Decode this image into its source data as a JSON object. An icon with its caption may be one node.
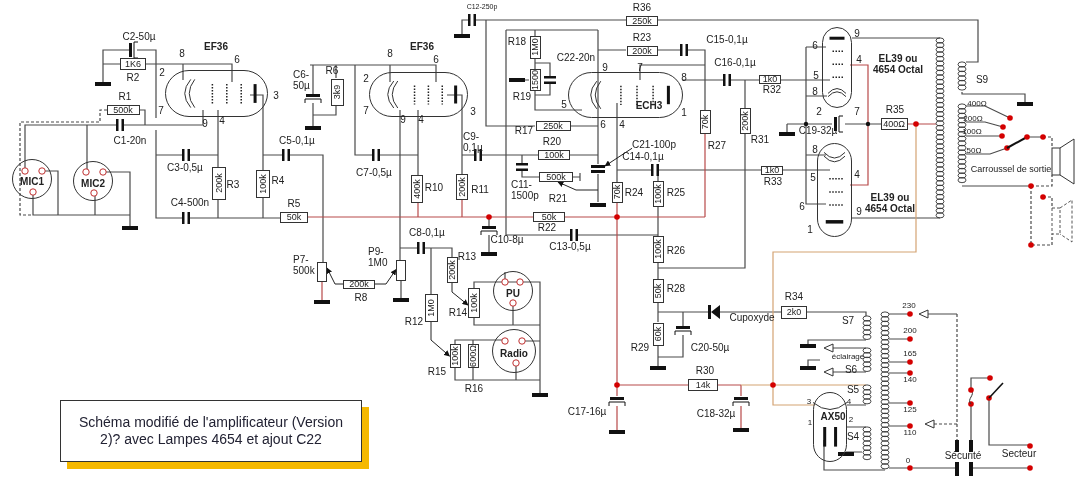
{
  "diagram": {
    "title": "Schéma modifié de l'amplificateur (Version 2)? avec Lampes 4654 et ajout C22",
    "nodes": [
      {
        "text": [
          "500k"
        ],
        "beside": [
          "R1"
        ]
      },
      {
        "text": [
          "1K6"
        ],
        "beside": [
          "R2"
        ]
      },
      {
        "text": [
          "200k"
        ],
        "beside": [
          "R3"
        ]
      },
      {
        "text": [
          "100k"
        ],
        "beside": [
          "R4"
        ]
      },
      {
        "text": [
          "50k"
        ],
        "beside": [
          "R5"
        ]
      },
      {
        "text": [
          "3k9"
        ],
        "beside": [
          "R6"
        ]
      },
      {
        "text": [
          "400k"
        ],
        "beside": [
          "R10"
        ]
      },
      {
        "text": [
          "200k"
        ],
        "beside": [
          "R11"
        ]
      },
      {
        "text": [
          "250k"
        ],
        "beside": [
          "R36"
        ]
      },
      {
        "text": [
          "1M0"
        ],
        "beside": [
          "R18"
        ]
      },
      {
        "text": [
          "1500"
        ],
        "beside": [
          "R19"
        ]
      },
      {
        "text": [
          "200k"
        ],
        "beside": [
          "R23"
        ]
      },
      {
        "text": [
          "250k"
        ],
        "beside": [
          "R17"
        ]
      },
      {
        "text": [
          "100k"
        ],
        "beside": [
          "R20"
        ]
      },
      {
        "text": [
          "500k"
        ],
        "beside": [
          "R21"
        ]
      },
      {
        "text": [
          "50k"
        ],
        "beside": [
          "R22"
        ]
      },
      {
        "text": [
          "70k"
        ],
        "beside": [
          "R24"
        ]
      },
      {
        "text": [
          "100k"
        ],
        "beside": [
          "R25"
        ]
      },
      {
        "text": [
          "70k"
        ],
        "beside": [
          "R27"
        ]
      },
      {
        "text": [
          "1k0"
        ],
        "beside": [
          "R32"
        ]
      },
      {
        "text": [
          "200k"
        ],
        "beside": [
          "R31"
        ]
      },
      {
        "text": [
          "1k0"
        ],
        "beside": [
          "R33"
        ]
      },
      {
        "text": [
          "400Ω"
        ],
        "beside": [
          "R35"
        ]
      },
      {
        "text": [],
        "shape": "box",
        "beside": [
          "P7- 500k"
        ]
      },
      {
        "text": [
          "200k"
        ],
        "beside": [
          "R8"
        ]
      },
      {
        "text": [],
        "shape": "box",
        "beside": [
          "P9- 1M0"
        ]
      },
      {
        "text": [
          "200k"
        ],
        "beside": [
          "R13"
        ]
      },
      {
        "text": [
          "1M0"
        ],
        "beside": [
          "R12"
        ]
      },
      {
        "text": [
          "100k"
        ],
        "beside": [
          "R14"
        ]
      },
      {
        "text": [
          "100k"
        ],
        "beside": [
          "R15"
        ]
      },
      {
        "text": [
          "600Ω"
        ],
        "beside": [
          "R16"
        ]
      },
      {
        "text": [
          "100k"
        ],
        "beside": [
          "R26"
        ]
      },
      {
        "text": [
          "50k"
        ],
        "beside": [
          "R28"
        ]
      },
      {
        "text": [
          "60k"
        ],
        "beside": [
          "R29"
        ]
      },
      {
        "text": [
          "14k"
        ],
        "beside": [
          "R30"
        ]
      },
      {
        "text": [
          "2k0"
        ],
        "beside": [
          "R34"
        ]
      },
      {
        "text": [
          "MIC1"
        ]
      },
      {
        "text": [
          "MIC2"
        ]
      },
      {
        "text": [
          "PU"
        ]
      },
      {
        "text": [
          "Radio"
        ]
      },
      {
        "text": [
          "EF36"
        ],
        "beside": [
          "8",
          "6",
          "2",
          "3",
          "7",
          "9",
          "4"
        ]
      },
      {
        "text": [
          "EF36"
        ],
        "beside": [
          "8",
          "6",
          "2",
          "7",
          "3",
          "9",
          "4"
        ]
      },
      {
        "text": [
          "ECH3"
        ],
        "beside": [
          "9",
          "7",
          "8",
          "5",
          "1",
          "6",
          "4"
        ]
      },
      {
        "text": [
          "EL39 ou 4654 Octal"
        ],
        "beside": [
          "9",
          "6",
          "4",
          "5",
          "8",
          "2",
          "7"
        ]
      },
      {
        "text": [
          "EL39 ou 4654 Octal"
        ],
        "beside": [
          "8",
          "5",
          "4",
          "6",
          "9",
          "1"
        ]
      },
      {
        "text": [
          "AX50"
        ],
        "beside": [
          "3",
          "4",
          "1",
          "2"
        ]
      },
      {
        "text": [
          "C21-100p"
        ]
      },
      {
        "text": [],
        "shape": "capacitor"
      }
    ],
    "edges": [
      {
        "from": 46,
        "to": 47,
        "arrow": "to"
      },
      {
        "from": 24,
        "to": 23,
        "arrow": "to"
      },
      {
        "from": 24,
        "to": 25,
        "arrow": "to"
      },
      {
        "from": 26,
        "to": 28,
        "arrow": "to"
      },
      {
        "from": 27,
        "to": 29,
        "arrow": "to"
      },
      {
        "from": null,
        "to": 14,
        "arrow": "to"
      }
    ],
    "labels": [
      "C12-250p",
      "C2-50µ",
      "C15-0,1µ",
      "C22-20n",
      "C16-0,1µ",
      "C6- 50µ",
      "S9",
      "400Ω",
      "200Ω",
      "C19-32µ",
      "100Ω",
      "C1-20n",
      "C5-0,1µ",
      "C9- 0,1µ",
      "C14-0,1µ",
      "50Ω",
      "C3-0,5µ",
      "C7-0,5µ",
      "Carroussel de sortie",
      "C11- 1500p",
      "C4-500n",
      "C8-0,1µ",
      "C10-8µ",
      "C13-0,5µ",
      "Cupoxyde",
      "S7",
      "230",
      "200",
      "C20-50µ",
      "éclairage",
      "165",
      "S6",
      "S5",
      "140",
      "C17-16µ",
      "C18-32µ",
      "125",
      "S4",
      "110",
      "0",
      "Sécurité",
      "Secteur"
    ]
  }
}
